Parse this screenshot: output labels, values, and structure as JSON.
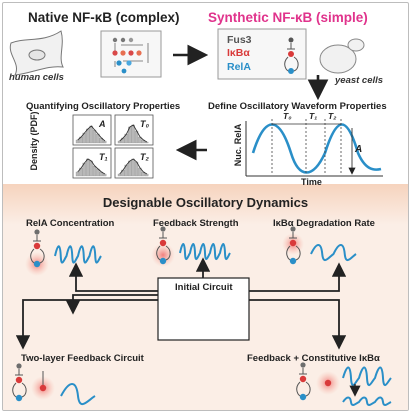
{
  "top": {
    "native_title": "Native NF-κB (complex)",
    "synthetic_title": "Synthetic NF-κB (simple)",
    "human_cells": "human cells",
    "yeast_cells": "yeast cells",
    "components": [
      "Fus3",
      "IκBα",
      "RelA"
    ],
    "colors": {
      "title_pink": "#e0338c",
      "fus3": "#555555",
      "ikba": "#d93a3a",
      "rela": "#2a8fc8",
      "wave": "#2a8fc8"
    }
  },
  "middle": {
    "quantify_title": "Quantifying Oscillatory Properties",
    "define_title": "Define Oscillatory Waveform Properties",
    "density_ylabel": "Density (PDF)",
    "hist_labels": [
      "A",
      "T₀",
      "T₁",
      "T₂"
    ],
    "waveform": {
      "ylabel": "Nuc. RelA",
      "xlabel": "Time",
      "period_labels": [
        "T₀",
        "T₁",
        "T₂"
      ],
      "amp_label": "A"
    }
  },
  "bottom": {
    "section_title": "Designable Oscillatory Dynamics",
    "background_color": "#f8e6da",
    "conditions": {
      "rela": "RelA Concentration",
      "feedback": "Feedback Strength",
      "degradation": "IκBα Degradation Rate",
      "initial": "Initial Circuit",
      "two_layer": "Two-layer Feedback Circuit",
      "constitutive": "Feedback + Constitutive IκBα"
    }
  }
}
